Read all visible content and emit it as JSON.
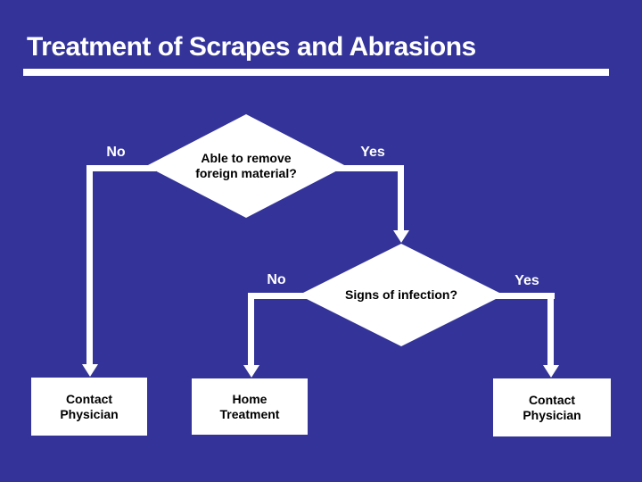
{
  "slide": {
    "title": "Treatment of Scrapes and Abrasions",
    "colors": {
      "background": "#333399",
      "title_text": "#FFFFFF",
      "underline_bar": "#FFFFFF",
      "shape_fill": "#FFFFFF",
      "shape_text": "#000000",
      "connector": "#FFFFFF",
      "branch_label_text": "#FFFFFF"
    }
  },
  "flowchart": {
    "decisions": [
      {
        "lines": [
          "Able to remove",
          "foreign material?"
        ],
        "no_label": "No",
        "yes_label": "Yes"
      },
      {
        "lines": [
          "Signs of infection?"
        ],
        "no_label": "No",
        "yes_label": "Yes"
      }
    ],
    "outcomes": [
      {
        "lines": [
          "Contact",
          "Physician"
        ]
      },
      {
        "lines": [
          "Home",
          "Treatment"
        ]
      },
      {
        "lines": [
          "Contact",
          "Physician"
        ]
      }
    ]
  }
}
